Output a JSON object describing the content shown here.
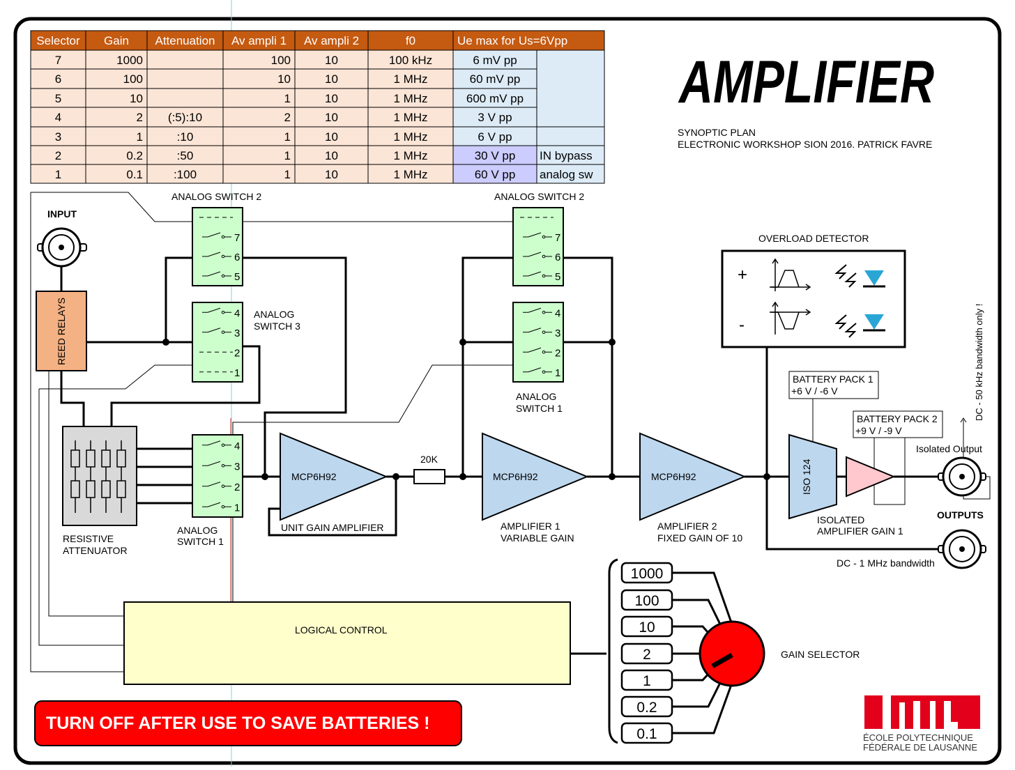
{
  "title": "AMPLIFIER",
  "subtitle_line1": "SYNOPTIC  PLAN",
  "subtitle_line2": "ELECTRONIC WORKSHOP SION 2016.  PATRICK FAVRE",
  "table": {
    "headers": [
      "Selector",
      "Gain",
      "Attenuation",
      "Av ampli 1",
      "Av ampli 2",
      "f0",
      "Ue max for Us=6Vpp"
    ],
    "rows": [
      [
        "7",
        "1000",
        "",
        "100",
        "10",
        "100 kHz",
        "6 mV pp",
        ""
      ],
      [
        "6",
        "100",
        "",
        "10",
        "10",
        "1 MHz",
        "60 mV pp",
        ""
      ],
      [
        "5",
        "10",
        "",
        "1",
        "10",
        "1 MHz",
        "600 mV pp",
        ""
      ],
      [
        "4",
        "2",
        "(:5):10",
        "2",
        "10",
        "1 MHz",
        "3 V pp",
        ""
      ],
      [
        "3",
        "1",
        ":10",
        "1",
        "10",
        "1 MHz",
        "6 V pp",
        ""
      ],
      [
        "2",
        "0.2",
        ":50",
        "1",
        "10",
        "1 MHz",
        "30 V pp",
        "IN bypass"
      ],
      [
        "1",
        "0.1",
        ":100",
        "1",
        "10",
        "1 MHz",
        "60 V pp",
        "analog sw"
      ]
    ]
  },
  "labels": {
    "input": "INPUT",
    "reed_relays": "REED RELAYS",
    "analog_switch_2": "ANALOG SWITCH 2",
    "analog_switch_3a": "ANALOG",
    "analog_switch_3b": "SWITCH 3",
    "analog_switch_1a": "ANALOG",
    "analog_switch_1b": "SWITCH 1",
    "resistive_a": "RESISTIVE",
    "resistive_b": "ATTENUATOR",
    "mcp": "MCP6H92",
    "unit_gain": "UNIT GAIN AMPLIFIER",
    "r20k": "20K",
    "amp1_a": "AMPLIFIER 1",
    "amp1_b": "VARIABLE GAIN",
    "amp2_a": "AMPLIFIER 2",
    "amp2_b": "FIXED GAIN OF 10",
    "overload": "OVERLOAD DETECTOR",
    "plus": "+",
    "minus": "-",
    "batt1_a": "BATTERY PACK 1",
    "batt1_b": "+6 V  /  -6 V",
    "batt2_a": "BATTERY PACK 2",
    "batt2_b": "+9 V  /  -9 V",
    "iso124": "ISO 124",
    "isolated_a": "ISOLATED",
    "isolated_b": "AMPLIFIER GAIN 1",
    "isolated_output": "Isolated Output",
    "outputs": "OUTPUTS",
    "dc_1mhz": "DC - 1 MHz bandwidth",
    "dc_50khz": "DC - 50 kHz bandwidth only !",
    "logical_control": "LOGICAL CONTROL",
    "gain_selector": "GAIN SELECTOR",
    "warning": "TURN OFF AFTER USE TO SAVE BATTERIES !",
    "epfl_line1": "ÉCOLE POLYTECHNIQUE",
    "epfl_line2": "FÉDÉRALE DE LAUSANNE"
  },
  "switch_numbers": {
    "sw2": [
      "7",
      "6",
      "5"
    ],
    "sw3": [
      "4",
      "3",
      "2",
      "1"
    ],
    "sw1": [
      "4",
      "3",
      "2",
      "1"
    ]
  },
  "gain_options": [
    "1000",
    "100",
    "10",
    "2",
    "1",
    "0.2",
    "0.1"
  ],
  "colors": {
    "table_header": "#c55a11",
    "table_cell": "#fbe5d6",
    "table_blue": "#ddebf7",
    "table_purple": "#ccccff",
    "switch_fill": "#ccffcc",
    "amp_fill": "#bdd7ee",
    "reed_fill": "#f4b183",
    "control_fill": "#ffffcc",
    "warning_fill": "#ff0000",
    "knob_fill": "#ff0000",
    "iso_amp_fill": "#ffc7ce"
  }
}
